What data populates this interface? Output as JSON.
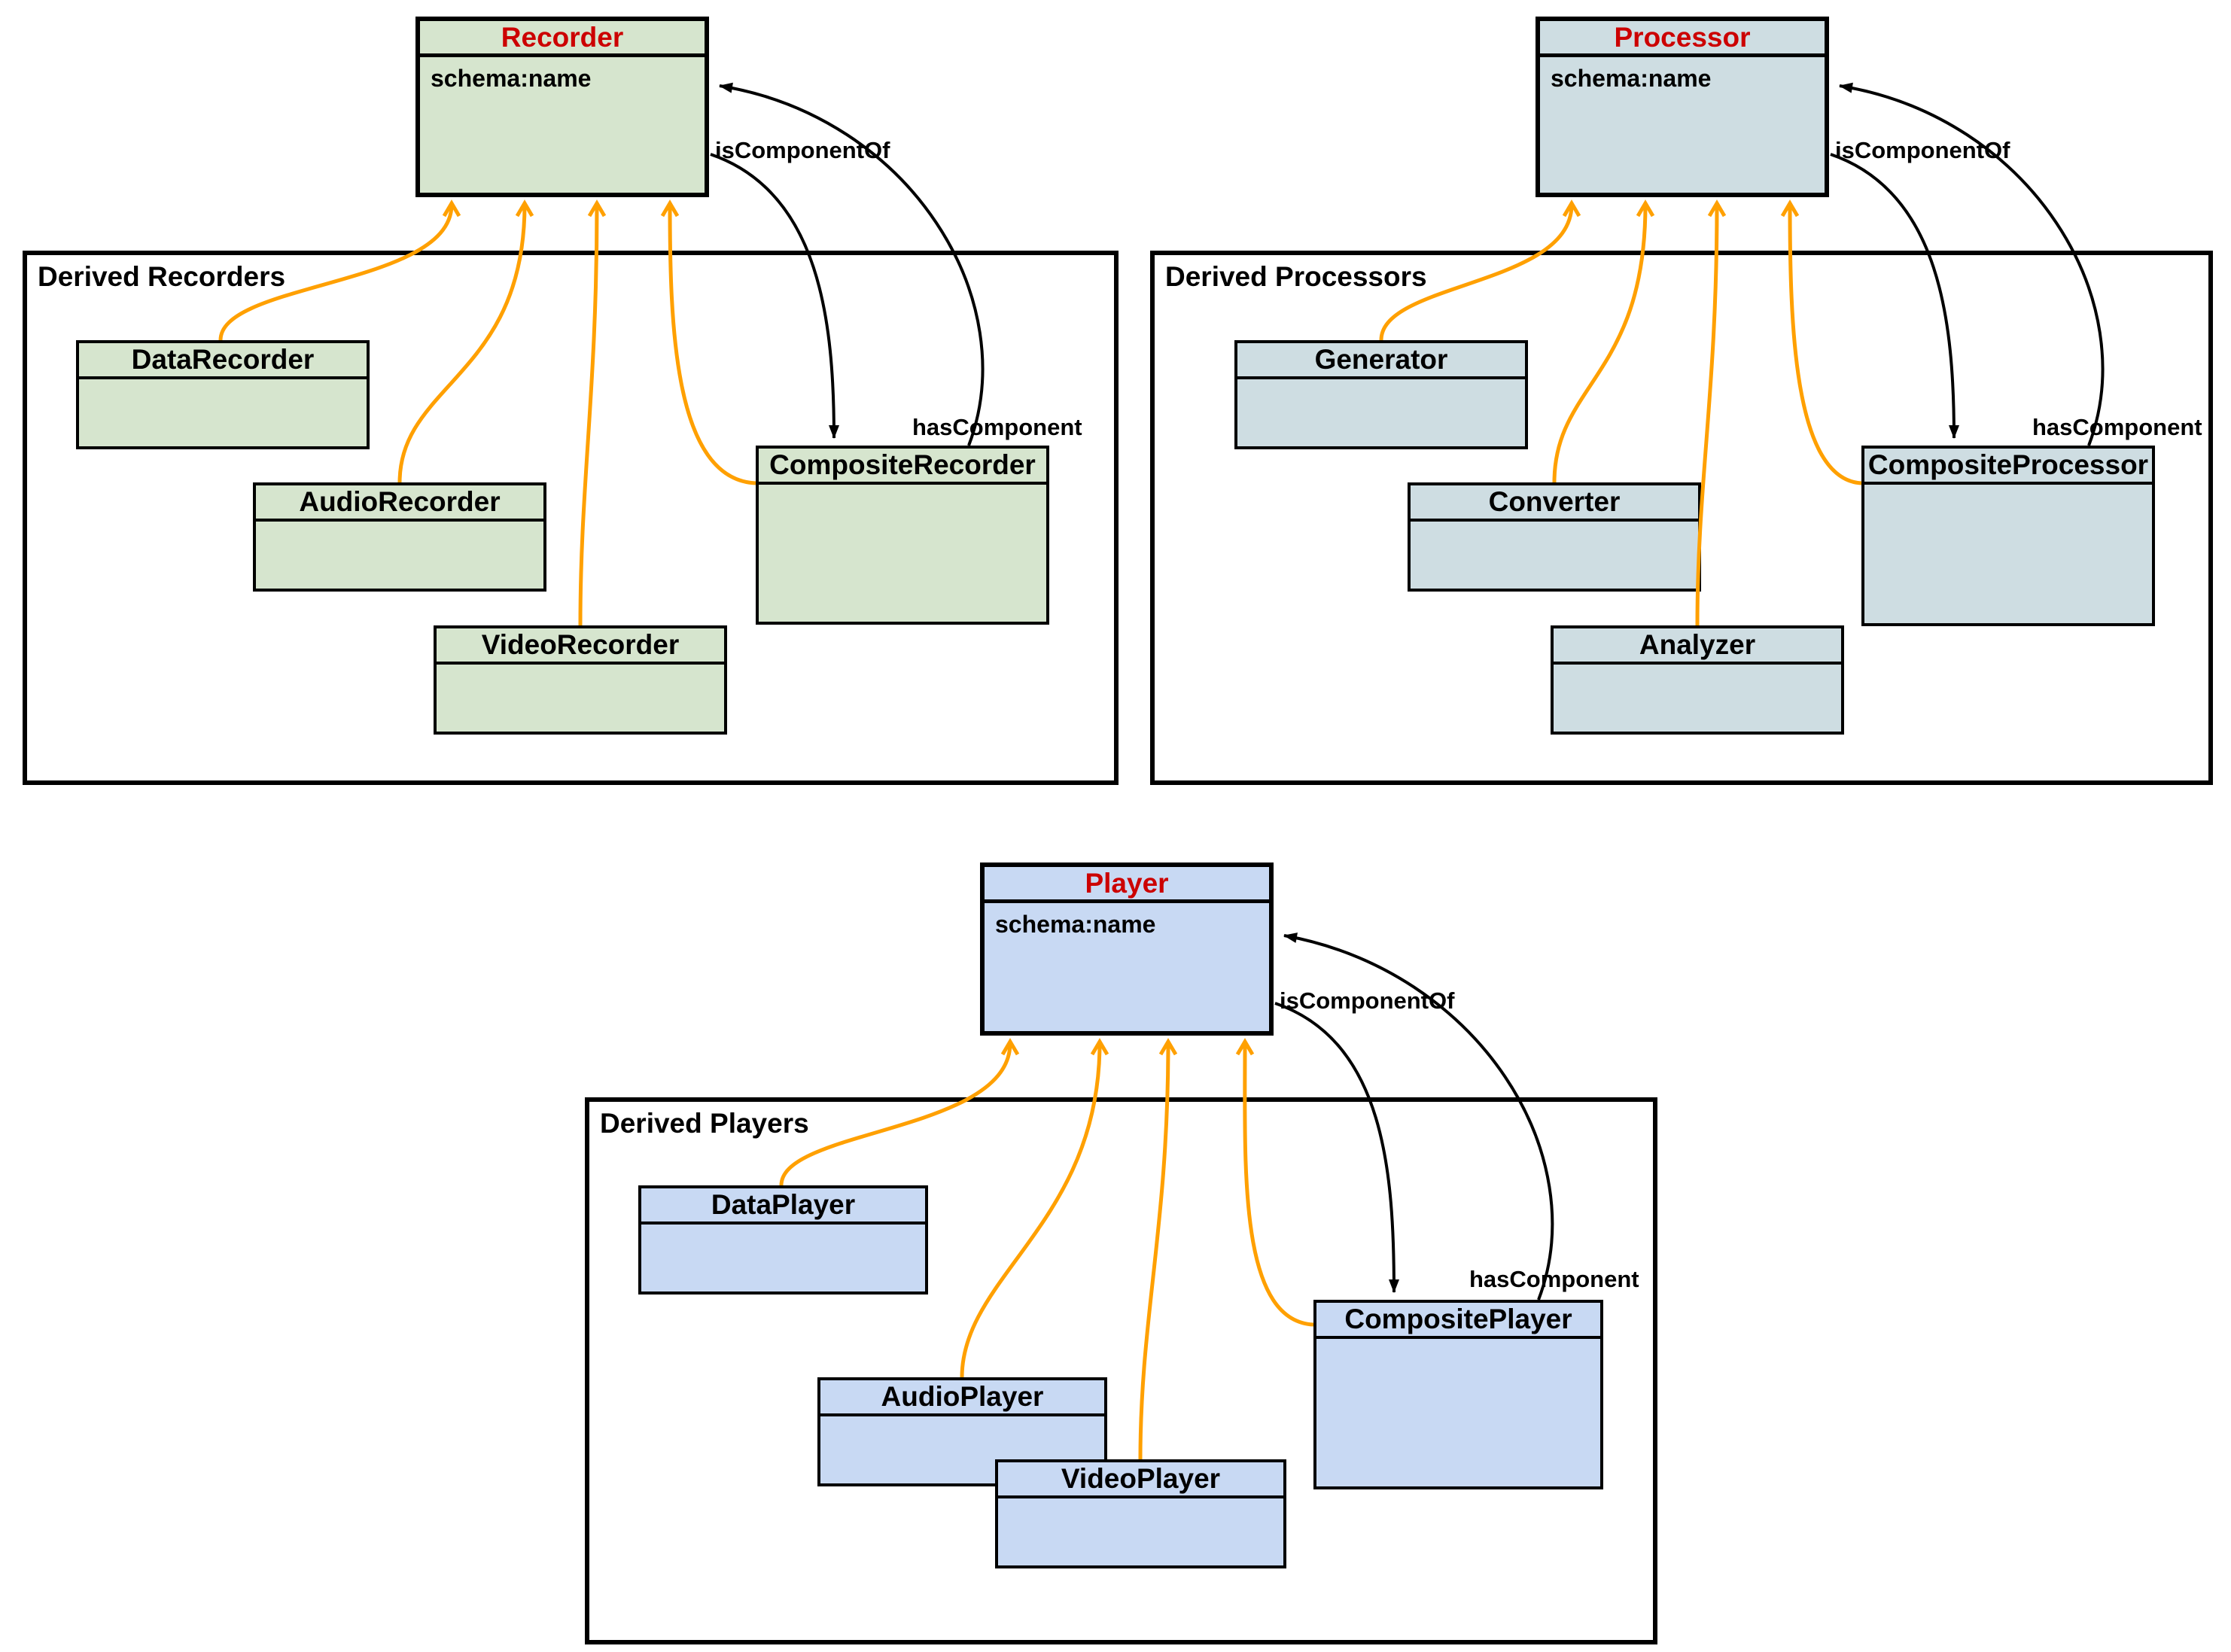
{
  "colors": {
    "recorder_fill": "#d6e5ce",
    "processor_fill": "#cedde2",
    "player_fill": "#c8d9f3",
    "arrow_orange": "#ffa000",
    "class_title_red": "#cc0000",
    "line_black": "#000000"
  },
  "labels": {
    "is_component_of": "isComponentOf",
    "has_component": "hasComponent"
  },
  "groups": {
    "recorders": "Derived Recorders",
    "processors": "Derived Processors",
    "players": "Derived Players"
  },
  "boxes": {
    "recorder": {
      "title": "Recorder",
      "attr": "schema:name"
    },
    "processor": {
      "title": "Processor",
      "attr": "schema:name"
    },
    "player": {
      "title": "Player",
      "attr": "schema:name"
    },
    "data_recorder": {
      "title": "DataRecorder"
    },
    "audio_recorder": {
      "title": "AudioRecorder"
    },
    "video_recorder": {
      "title": "VideoRecorder"
    },
    "composite_recorder": {
      "title": "CompositeRecorder"
    },
    "generator": {
      "title": "Generator"
    },
    "converter": {
      "title": "Converter"
    },
    "analyzer": {
      "title": "Analyzer"
    },
    "composite_processor": {
      "title": "CompositeProcessor"
    },
    "data_player": {
      "title": "DataPlayer"
    },
    "audio_player": {
      "title": "AudioPlayer"
    },
    "video_player": {
      "title": "VideoPlayer"
    },
    "composite_player": {
      "title": "CompositePlayer"
    }
  }
}
